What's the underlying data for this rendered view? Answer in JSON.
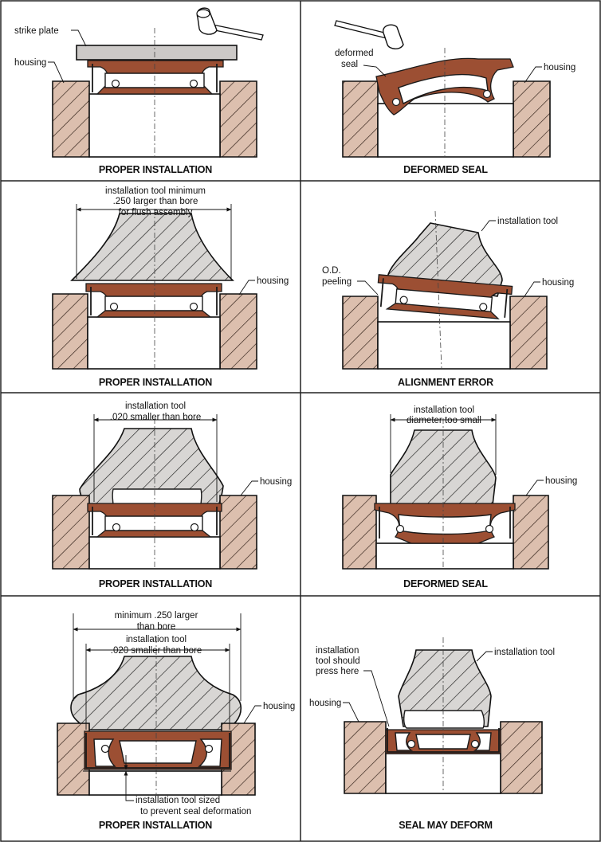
{
  "colors": {
    "housing": "#dcbfae",
    "seal_rubber": "#9c4f33",
    "tool": "#d8d6d4",
    "line": "#111111"
  },
  "panels": [
    {
      "caption": "PROPER INSTALLATION",
      "labels": {
        "strike_plate": "strike plate",
        "housing": "housing"
      }
    },
    {
      "caption": "DEFORMED SEAL",
      "labels": {
        "deformed_seal_1": "deformed",
        "deformed_seal_2": "seal",
        "housing": "housing"
      }
    },
    {
      "caption": "PROPER INSTALLATION",
      "labels": {
        "tool_1": "installation tool minimum",
        "tool_2": ".250 larger than bore",
        "tool_3": "for flush assembly",
        "housing": "housing"
      }
    },
    {
      "caption": "ALIGNMENT ERROR",
      "labels": {
        "installation_tool": "installation tool",
        "od_1": "O.D.",
        "od_2": "peeling",
        "housing": "housing"
      }
    },
    {
      "caption": "PROPER INSTALLATION",
      "labels": {
        "tool_1": "installation tool",
        "tool_2": ".020 smaller than bore",
        "housing": "housing"
      }
    },
    {
      "caption": "DEFORMED SEAL",
      "labels": {
        "tool_1": "installation tool",
        "tool_2": "diameter too small",
        "housing": "housing"
      }
    },
    {
      "caption": "PROPER INSTALLATION",
      "labels": {
        "min_1": "minimum .250 larger",
        "min_2": "than bore",
        "tool_1": "installation tool",
        "tool_2": ".020 smaller than bore",
        "sized_1": "installation tool sized",
        "sized_2": "to prevent seal deformation",
        "housing": "housing"
      }
    },
    {
      "caption": "SEAL MAY DEFORM",
      "labels": {
        "installation_tool": "installation tool",
        "press_1": "installation",
        "press_2": "tool should",
        "press_3": "press here",
        "housing": "housing"
      }
    }
  ]
}
